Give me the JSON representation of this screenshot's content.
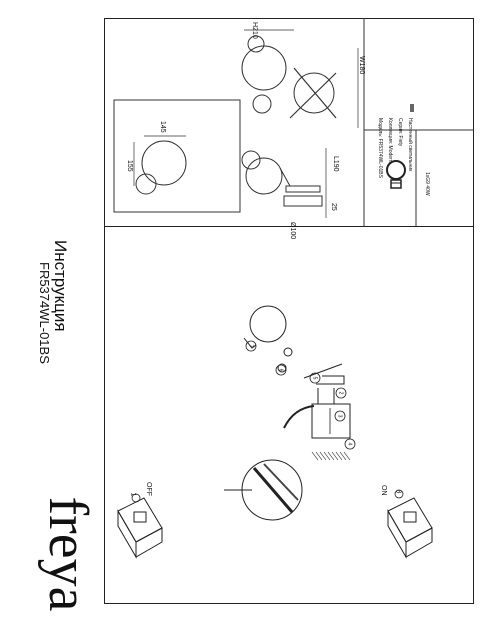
{
  "brand": "freya",
  "doc": {
    "title": "Инструкция",
    "model": "FR5374WL-01BS"
  },
  "dimensions": {
    "w145": "145",
    "h155": "155",
    "h210": "H210",
    "w180": "W180",
    "l190": "L190",
    "d25": "25",
    "d100": "Ø100"
  },
  "spec": {
    "model_label": "Модель:",
    "model_value": "FR5374WL-01BS",
    "collection_label": "Коллекция:",
    "collection_value": "Modern",
    "series_label": "Серия:",
    "series_value": "Fiety",
    "type_value": "Настенный светильник",
    "bulb": "1xG9 40W"
  },
  "steps": {
    "off_num": "1",
    "off_label": "OFF",
    "on_num": "8",
    "on_label": "ON",
    "s2": "2",
    "s3": "3",
    "s4": "4",
    "s5": "5",
    "s6": "6",
    "s7": "7"
  }
}
